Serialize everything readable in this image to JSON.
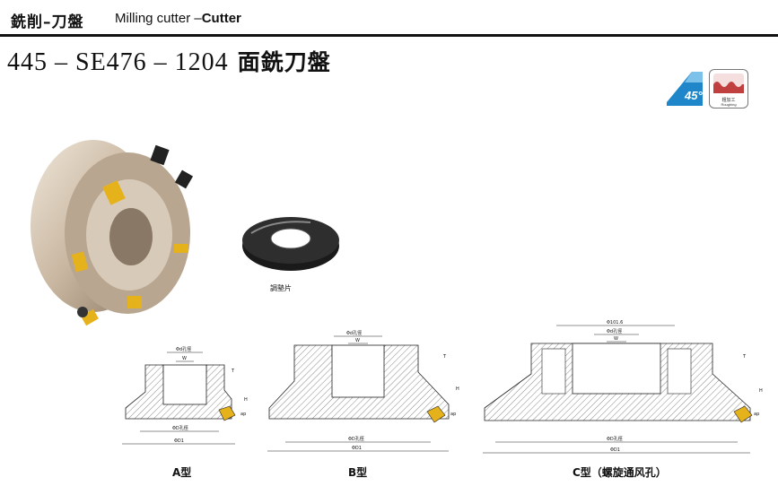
{
  "header": {
    "category_cn": "銑削–刀盤",
    "category_en_prefix": "Milling cutter –",
    "category_en_bold": "Cutter"
  },
  "title": {
    "model": "445 – SE476 – 1204",
    "name_cn": "面銑刀盤"
  },
  "badges": {
    "angle": "45°",
    "roughing_cn": "粗加工",
    "roughing_en": "Roughing"
  },
  "accessory": {
    "washer_label": "調墊片"
  },
  "drawings": {
    "type_a": {
      "caption": "A型",
      "bore": "Φd孔徑",
      "width": "W",
      "outer_dia": "ΦD1",
      "cut_dia": "ΦD孔徑",
      "height": "H",
      "t": "T",
      "ap": "ap"
    },
    "type_b": {
      "caption": "B型",
      "bore": "Φd孔徑",
      "width": "W",
      "outer_dia": "ΦD1",
      "cut_dia": "ΦD孔徑",
      "height": "H",
      "t": "T",
      "ap": "ap"
    },
    "type_c": {
      "caption": "C型（螺旋通风孔）",
      "pitch": "Φ101.6",
      "bore": "Φd孔徑",
      "width": "W",
      "outer_dia": "ΦD1",
      "cut_dia": "ΦD孔徑",
      "height": "H",
      "t": "T",
      "ap": "ap"
    }
  },
  "colors": {
    "badge_blue": "#1e86c9",
    "insert_yellow": "#e6b21c",
    "body_tan": "#c9b7a1",
    "roughing_red": "#b03030"
  }
}
